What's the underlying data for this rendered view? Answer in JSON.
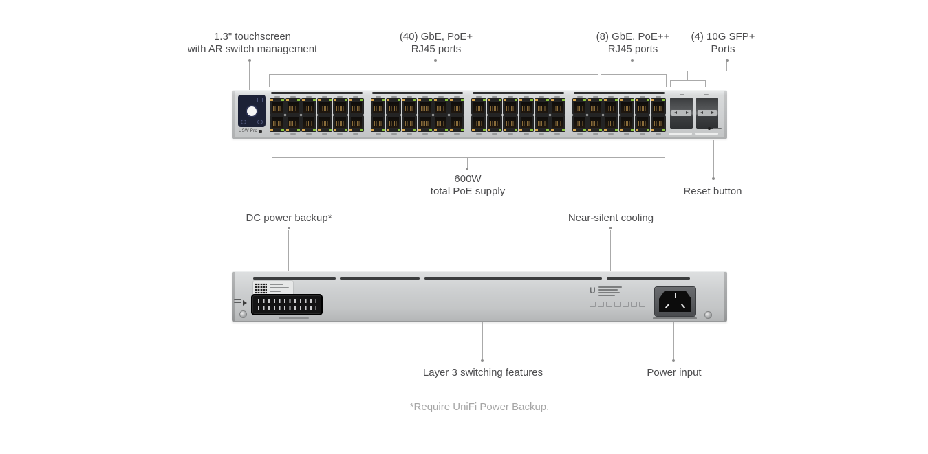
{
  "callouts": {
    "touchscreen": {
      "line1": "1.3\" touchscreen",
      "line2": "with AR switch management"
    },
    "poe_plus": {
      "line1": "(40) GbE, PoE+",
      "line2": "RJ45 ports"
    },
    "poe_plus_plus": {
      "line1": "(8) GbE, PoE++",
      "line2": "RJ45 ports"
    },
    "sfp": {
      "line1": "(4) 10G SFP+",
      "line2": "Ports"
    },
    "poe_supply": {
      "line1": "600W",
      "line2": "total PoE supply"
    },
    "reset": "Reset button",
    "dc_backup": "DC power backup*",
    "cooling": "Near-silent cooling",
    "layer3": "Layer 3 switching features",
    "power_input": "Power input"
  },
  "footnote": "*Require UniFi Power Backup.",
  "device": {
    "badge": "USW Pro",
    "rj45_columns": 24,
    "rj45_rows": 2,
    "rj45_group_columns": 6,
    "sfp_cage_columns": 2,
    "colors": {
      "led_amber": "#d9a84e",
      "led_green": "#8bc63f",
      "screen_navy": "#1c2136",
      "chassis_front": "#cfd1d2",
      "chassis_back": "#c6c8c9",
      "label_text": "#4d4d4f",
      "leader_gray": "#aaaaaa",
      "footnote_gray": "#a6a6a6"
    }
  }
}
